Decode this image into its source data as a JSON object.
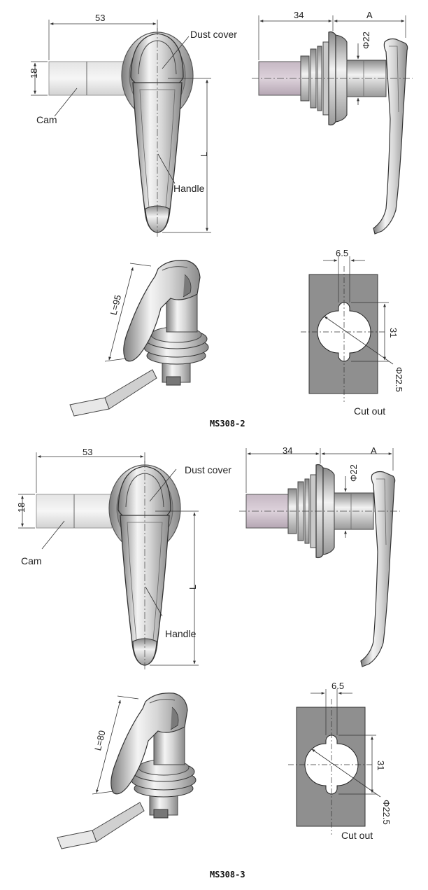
{
  "diagrams": [
    {
      "model": "MS308-2",
      "front": {
        "cam_length": "53",
        "cam_height": "18",
        "dust_cover": "Dust cover",
        "cam": "Cam",
        "handle": "Handle",
        "length": "L"
      },
      "side": {
        "depth": "34",
        "handle_offset": "A",
        "diameter": "Φ22"
      },
      "iso": {
        "length": "L=95"
      },
      "cutout": {
        "slot_width": "6.5",
        "height": "31",
        "diameter": "Φ22.5",
        "caption": "Cut out"
      }
    },
    {
      "model": "MS308-3",
      "front": {
        "cam_length": "53",
        "cam_height": "18",
        "dust_cover": "Dust cover",
        "cam": "Cam",
        "handle": "Handle",
        "length": "L"
      },
      "side": {
        "depth": "34",
        "handle_offset": "A",
        "diameter": "Φ22"
      },
      "iso": {
        "length": "L=80"
      },
      "cutout": {
        "slot_width": "6.5",
        "height": "31",
        "diameter": "Φ22.5",
        "caption": "Cut out"
      }
    }
  ]
}
